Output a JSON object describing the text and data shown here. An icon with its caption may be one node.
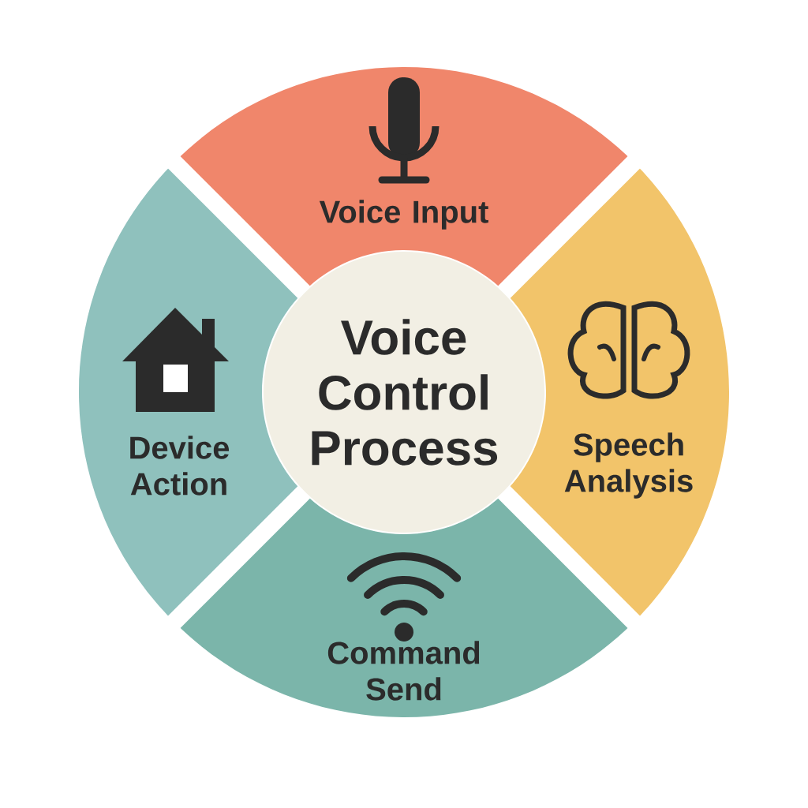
{
  "diagram": {
    "nodes": [
      {
        "text": [
          "Voice Control Process"
        ]
      },
      {
        "text": [
          "Voice Input"
        ]
      },
      {
        "text": [
          "Speech Analysis"
        ]
      },
      {
        "text": [
          "Command Send"
        ]
      },
      {
        "text": [
          "Device Action"
        ]
      }
    ]
  }
}
